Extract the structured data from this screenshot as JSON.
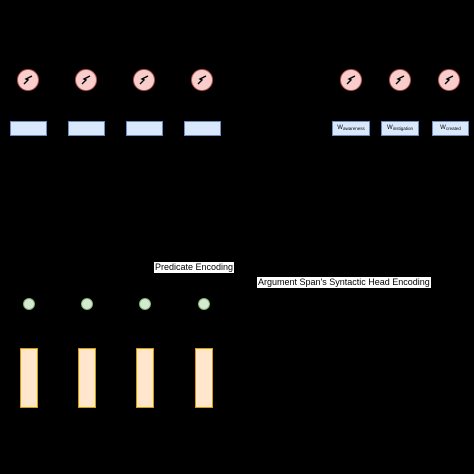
{
  "labels": {
    "predicate": "Predicate Encoding",
    "argument": "Argument Span's Syntactic Head Encoding"
  },
  "weights": [
    {
      "base": "W",
      "sub": "awareness"
    },
    {
      "base": "W",
      "sub": "instigation"
    },
    {
      "base": "W",
      "sub": "created"
    }
  ],
  "colors": {
    "background": "#000000",
    "sigmoid_fill": "#f8cecc",
    "sigmoid_stroke": "#b85450",
    "box_fill": "#dae8fc",
    "box_stroke": "#6c8ebf",
    "dot_fill": "#d5e8d4",
    "dot_stroke": "#82b366",
    "bar_fill": "#ffe6cc",
    "bar_stroke": "#d79b00"
  },
  "icons": {
    "sigmoid": "sigmoid-curve-icon"
  }
}
